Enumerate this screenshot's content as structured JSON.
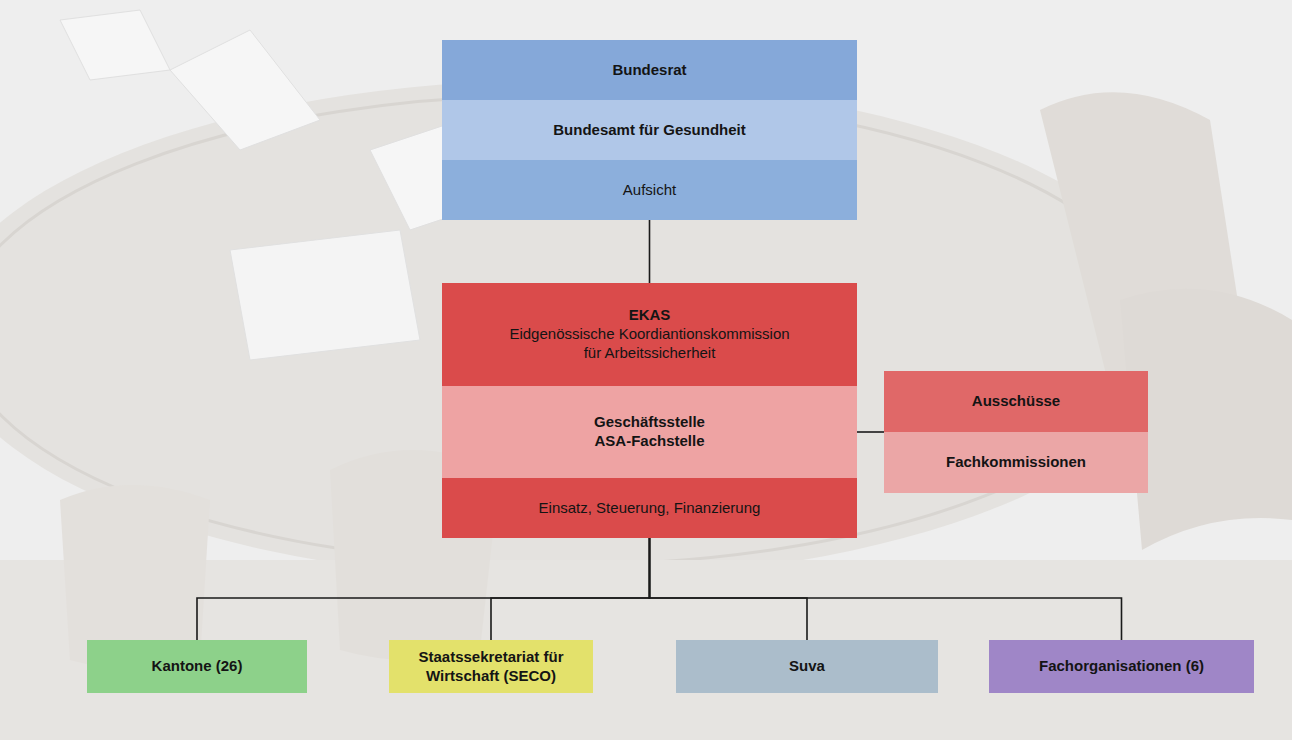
{
  "diagram": {
    "nodes": [
      {
        "text": [
          "Bundesrat",
          "Bundesamt für Gesundheit",
          "Aufsicht"
        ]
      },
      {
        "text": [
          "EKAS",
          "Eidgenössische Koordiantionskommission für Arbeitssicherheit",
          "Geschäftsstelle",
          "ASA-Fachstelle",
          "Einsatz, Steuerung, Finanzierung"
        ]
      },
      {
        "text": [
          "Ausschüsse",
          "Fachkommissionen"
        ]
      },
      {
        "text": [
          "Kantone (26)"
        ]
      },
      {
        "text": [
          "Staatssekretariat für Wirtschaft (SECO)"
        ]
      },
      {
        "text": [
          "Suva"
        ]
      },
      {
        "text": [
          "Fachorganisationen (6)"
        ]
      }
    ],
    "edges": [
      {
        "from": 0,
        "to": 1,
        "arrow": "none"
      },
      {
        "from": 1,
        "to": 2,
        "arrow": "none"
      },
      {
        "from": 1,
        "to": 3,
        "arrow": "none"
      },
      {
        "from": 1,
        "to": 4,
        "arrow": "none"
      },
      {
        "from": 1,
        "to": 5,
        "arrow": "none"
      },
      {
        "from": 1,
        "to": 6,
        "arrow": "none"
      }
    ]
  }
}
